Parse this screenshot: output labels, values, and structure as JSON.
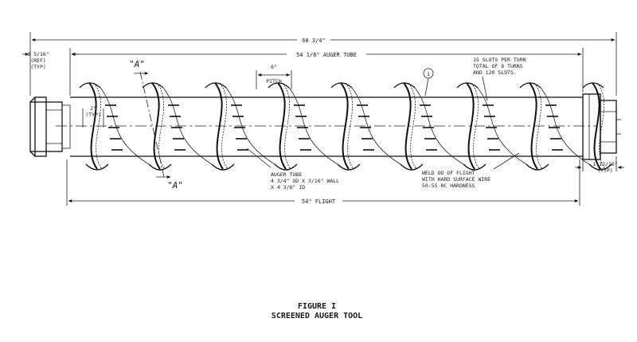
{
  "figure": {
    "title": "FIGURE I",
    "subtitle": "SCREENED AUGER TOOL"
  },
  "dimensions": {
    "overall_length": "60 3/4\"",
    "auger_tube_length": "54 1/8\" AUGER TUBE",
    "flight_length": "54\" FLIGHT",
    "left_ref_line1": "3 5/16\"",
    "left_ref_line2": "(REF)",
    "left_ref_line3": "(TYP)",
    "slot_spacing_line1": "2\"",
    "slot_spacing_line2": "(TYP)",
    "pitch_line1": "6\"",
    "pitch_line2": "PITCH",
    "right_end_line1": "1 13/16\"",
    "right_end_line2": "(TYP)"
  },
  "callouts": {
    "slots_line1": "15 SLOTS PER TURN",
    "slots_line2": "TOTAL OF 8 TURNS",
    "slots_line3": "AND 120 SLOTS.",
    "tube_line1": "AUGER TUBE",
    "tube_line2": "4 3/4\" OD X 3/16\" WALL",
    "tube_line3": "X 4 3/8\" ID",
    "weld_line1": "WELD OD OF FLIGHT",
    "weld_line2": "WITH HARD SURFACE WIRE",
    "weld_line3": "50-55 RC HARDNESS",
    "item_number": "1"
  },
  "section_marks": {
    "top": "\"A\"",
    "bottom": "\"A\""
  }
}
